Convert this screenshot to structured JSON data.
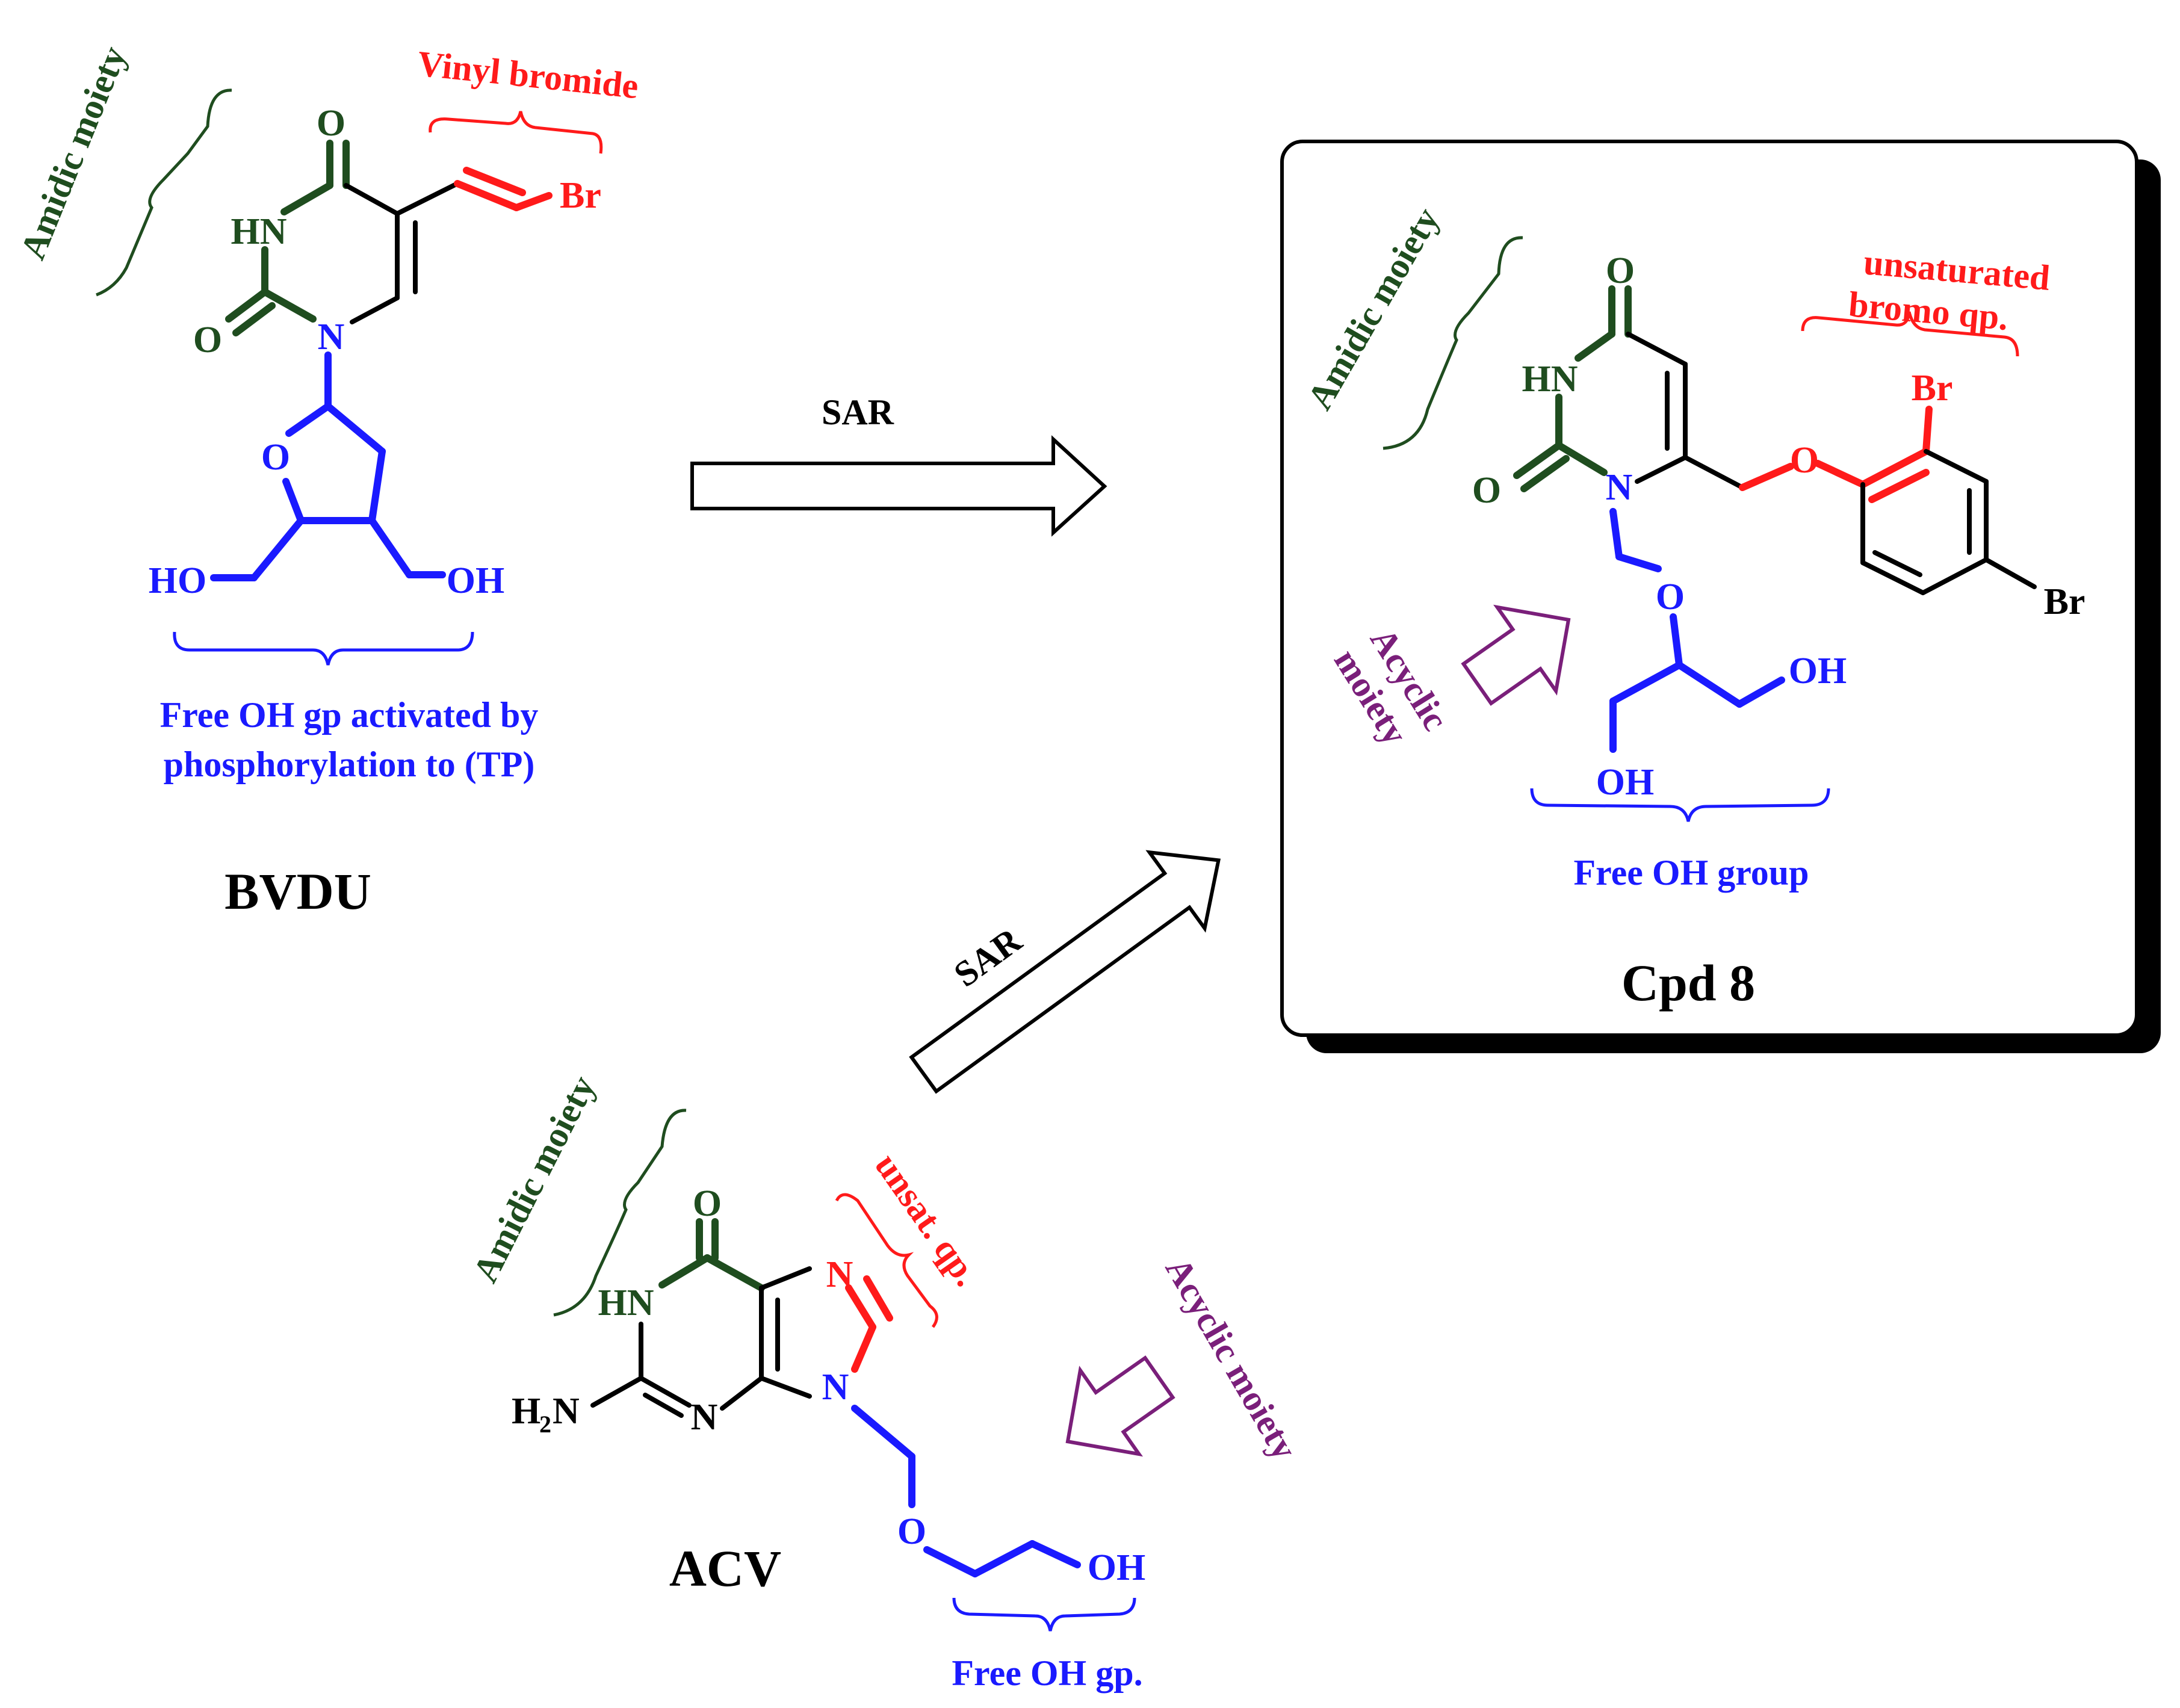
{
  "colors": {
    "green": "#1f4d1f",
    "red": "#ff1a1a",
    "blue": "#1a1aff",
    "purple": "#7a1f7a",
    "black": "#000000"
  },
  "bvdu": {
    "name": "BVDU",
    "amidic_label": "Amidic moiety",
    "vinyl_label": "Vinyl bromide",
    "free_oh_line1": "Free OH gp activated by",
    "free_oh_line2": "phosphorylation to (TP)",
    "atoms": {
      "o_top": "O",
      "hn": "HN",
      "o_left": "O",
      "n": "N",
      "br": "Br",
      "o_ring": "O",
      "ho": "HO",
      "oh": "OH"
    }
  },
  "arrows": {
    "top_label": "SAR",
    "diag_label": "SAR"
  },
  "cpd8": {
    "name": "Cpd 8",
    "amidic_label": "Amidic moiety",
    "bromo_line1": "unsaturated",
    "bromo_line2": "bromo qp.",
    "acyclic_line1": "Acyclic",
    "acyclic_line2": "moiety",
    "free_oh_label": "Free OH group",
    "atoms": {
      "o_top": "O",
      "hn": "HN",
      "o_left": "O",
      "n": "N",
      "o_ether": "O",
      "br_top": "Br",
      "br_right": "Br",
      "o_chain": "O",
      "oh_right": "OH",
      "oh_bottom": "OH"
    }
  },
  "acv": {
    "name": "ACV",
    "amidic_label": "Amidic moiety",
    "unsat_label": "unsat. qp.",
    "acyclic_label": "Acyclic moiety",
    "free_oh_label": "Free OH gp.",
    "atoms": {
      "o_top": "O",
      "hn": "HN",
      "n7": "N",
      "h": "H",
      "sub2": "2",
      "n_amine": "N",
      "n3": "N",
      "n9": "N",
      "o_chain": "O",
      "oh": "OH"
    }
  }
}
